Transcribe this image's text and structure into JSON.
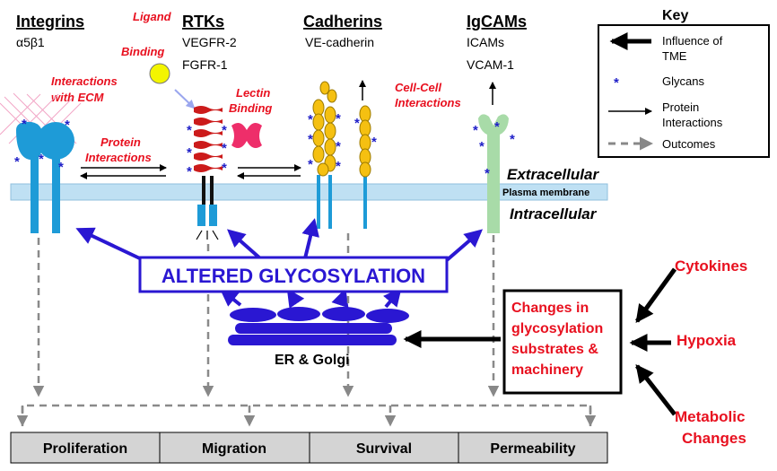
{
  "receptors": {
    "integrins": {
      "title": "Integrins",
      "sub1": "α5β1"
    },
    "rtks": {
      "title": "RTKs",
      "sub1": "VEGFR-2",
      "sub2": "FGFR-1"
    },
    "cadherins": {
      "title": "Cadherins",
      "sub1": "VE-cadherin"
    },
    "igcams": {
      "title": "IgCAMs",
      "sub1": "ICAMs",
      "sub2": "VCAM-1"
    }
  },
  "annotations": {
    "ligand_binding": [
      "Ligand",
      "Binding"
    ],
    "ecm_interactions": [
      "Interactions",
      "with ECM"
    ],
    "protein_interactions": [
      "Protein",
      "Interactions"
    ],
    "lectin_binding": [
      "Lectin",
      "Binding"
    ],
    "cell_cell": [
      "Cell-Cell",
      "Interactions"
    ]
  },
  "membrane": {
    "extracellular": "Extracellular",
    "plasma_membrane": "Plasma membrane",
    "intracellular": "Intracellular"
  },
  "glyco_label": "ALTERED GLYCOSYLATION",
  "er_golgi": "ER & Golgi",
  "changes_box": [
    "Changes in",
    "glycosylation",
    "substrates &",
    "machinery"
  ],
  "drivers": {
    "cytokines": "Cytokines",
    "hypoxia": "Hypoxia",
    "metabolic": [
      "Metabolic",
      "Changes"
    ]
  },
  "key": {
    "title": "Key",
    "items": [
      {
        "icon": "thick-arrow-icon",
        "lines": [
          "Influence of",
          "TME"
        ]
      },
      {
        "icon": "glycan-star-icon",
        "lines": [
          "Glycans"
        ]
      },
      {
        "icon": "thin-arrow-icon",
        "lines": [
          "Protein",
          "Interactions"
        ]
      },
      {
        "icon": "dashed-arrow-icon",
        "lines": [
          "Outcomes"
        ]
      }
    ]
  },
  "outcomes": [
    "Proliferation",
    "Migration",
    "Survival",
    "Permeability"
  ],
  "colors": {
    "membrane": "#bfe0f3",
    "receptor_blue": "#1e9bd7",
    "golgi_purple": "#2a17d2",
    "annotation_red": "#e8101f",
    "cadherin_yellow": "#f5c011",
    "igcam_green": "#a8dba8",
    "outcome_bg": "#d4d4d4"
  }
}
